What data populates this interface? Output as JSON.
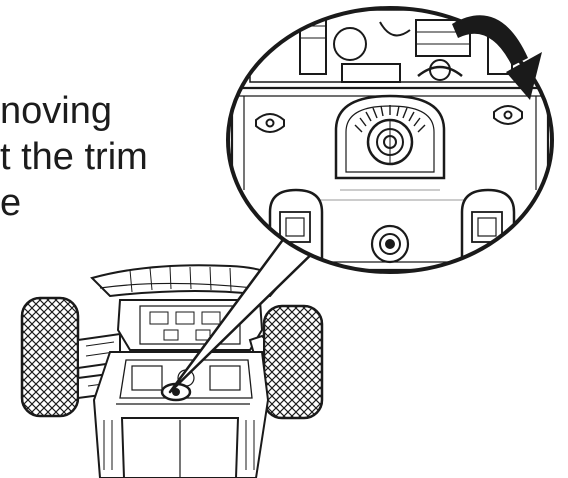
{
  "caption": {
    "lines": [
      "noving",
      "t the trim",
      "e"
    ]
  },
  "icons": {
    "arrow": "curved-arrow-clockwise-icon",
    "trim_knob": "trim-knob-icon"
  },
  "colors": {
    "ink": "#1a1a1a",
    "paper": "#ffffff",
    "shade": "#9a9a9a"
  }
}
